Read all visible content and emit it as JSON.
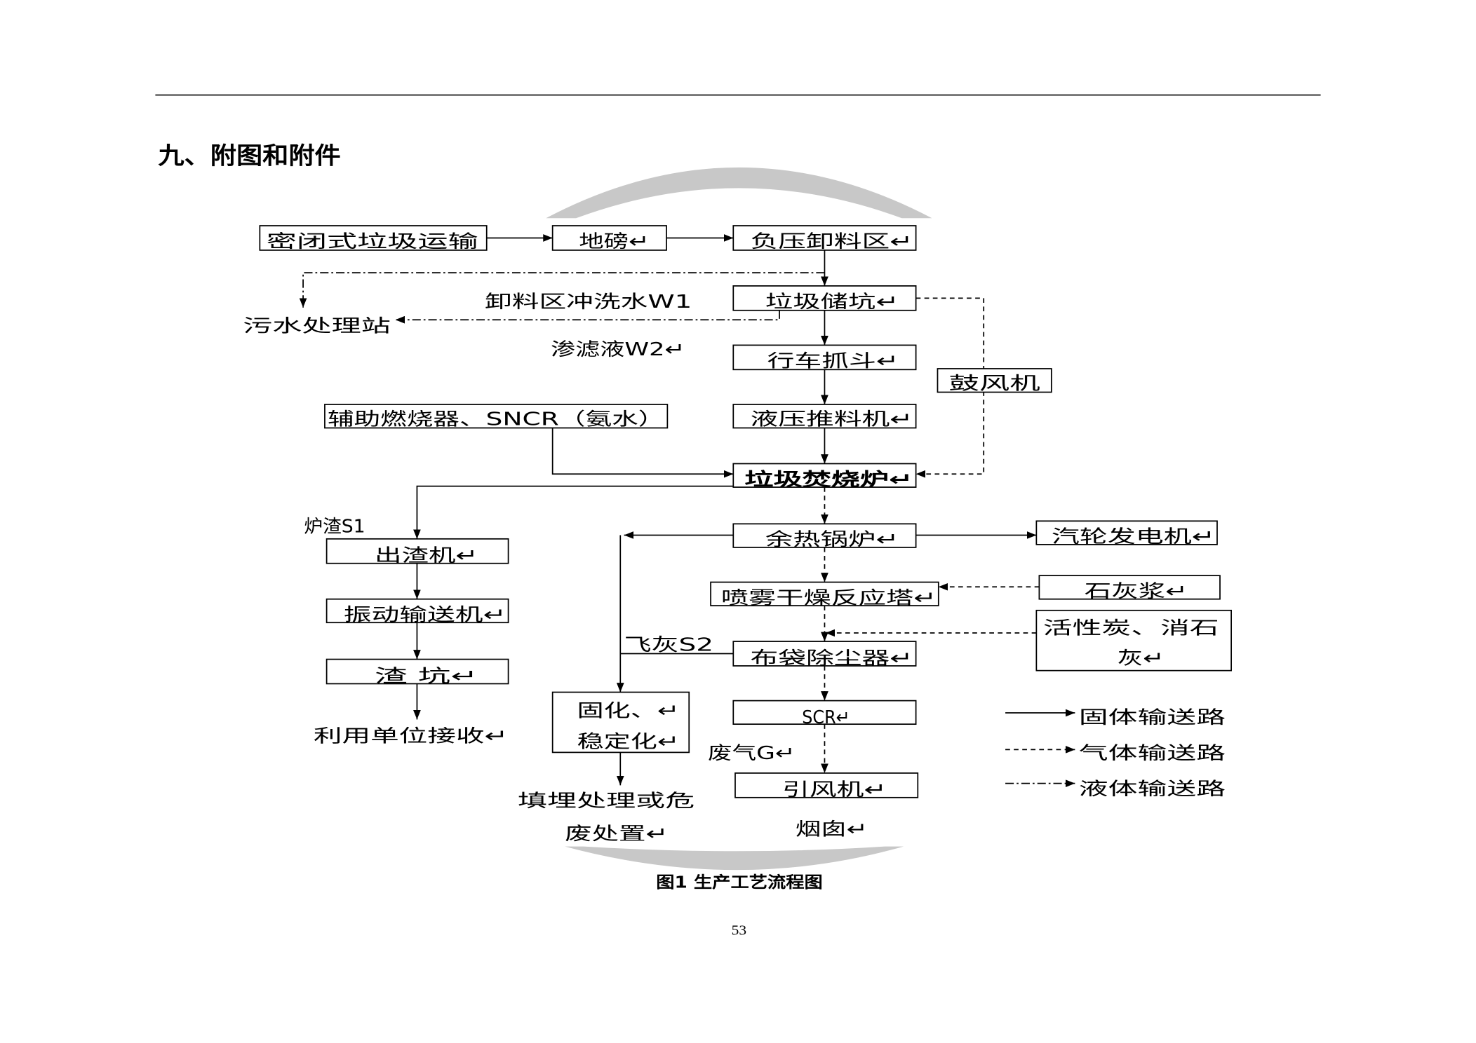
{
  "section_title": "九、附图和附件",
  "nodes": {
    "closed_transport": "密闭式垃圾运输",
    "weighbridge": "地磅↵",
    "unloading_area": "负压卸料区↵",
    "waste_pit": "垃圾储坑↵",
    "crane_grab": "行车抓斗↵",
    "blower": "鼓风机",
    "aux_burner": "辅助燃烧器、SNCR（氨水）",
    "hydraulic_pusher": "液压推料机↵",
    "incinerator": "垃圾焚烧炉↵",
    "waste_heat_boiler": "余热锅炉↵",
    "turbine_generator": "汽轮发电机↵",
    "slag_extractor": "出渣机↵",
    "spray_dryer": "喷雾干燥反应塔↵",
    "lime_slurry": "石灰浆↵",
    "vibrating_conveyor": "振动输送机↵",
    "activated_carbon_line1": "活性炭、消石",
    "activated_carbon_line2": "灰↵",
    "bag_filter": "布袋除尘器↵",
    "slag_pit": "渣 坑↵",
    "solidification_line1": "固化、↵",
    "solidification_line2": "稳定化↵",
    "scr": "SCR↵",
    "induced_fan": "引风机↵"
  },
  "labels": {
    "sewage_plant": "污水处理站",
    "unloading_wash_water": "卸料区冲洗水W1",
    "leachate": "渗滤液W2↵",
    "slag": "炉渣S1",
    "fly_ash": "飞灰S2",
    "utilization_receipt": "利用单位接收↵",
    "landfill_line1": "填埋处理或危",
    "landfill_line2": "废处置↵",
    "exhaust_gas": "废气G↵",
    "chimney": "烟囱↵"
  },
  "legend": [
    {
      "label": "固体输送路",
      "style": "solid"
    },
    {
      "label": "气体输送路",
      "style": "dashed"
    },
    {
      "label": "液体输送路",
      "style": "dash-dot"
    }
  ],
  "caption": "图1 生产工艺流程图",
  "page_number": "53",
  "colors": {
    "ink": "#000000",
    "watermark": "#c8c8c8",
    "paper": "#ffffff"
  }
}
